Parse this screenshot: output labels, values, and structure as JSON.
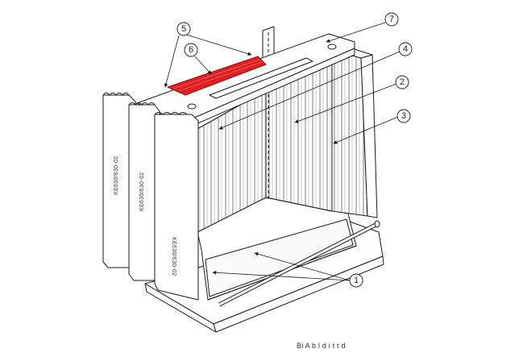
{
  "diagram": {
    "callouts": [
      {
        "id": "c7",
        "label": "7"
      },
      {
        "id": "c5",
        "label": "5"
      },
      {
        "id": "c6",
        "label": "6"
      },
      {
        "id": "c4",
        "label": "4"
      },
      {
        "id": "c2",
        "label": "2"
      },
      {
        "id": "c3",
        "label": "3"
      },
      {
        "id": "c1",
        "label": "1"
      }
    ],
    "panel_markings": [
      "KE630/630-02",
      "KE630/630-02",
      "KE630/630-02"
    ],
    "caption": "Bi A                     b  l   d    i     t t     d"
  },
  "colors": {
    "line": "#1a1a1a",
    "highlight": "#e02020",
    "panel_fill": "#ffffff"
  }
}
